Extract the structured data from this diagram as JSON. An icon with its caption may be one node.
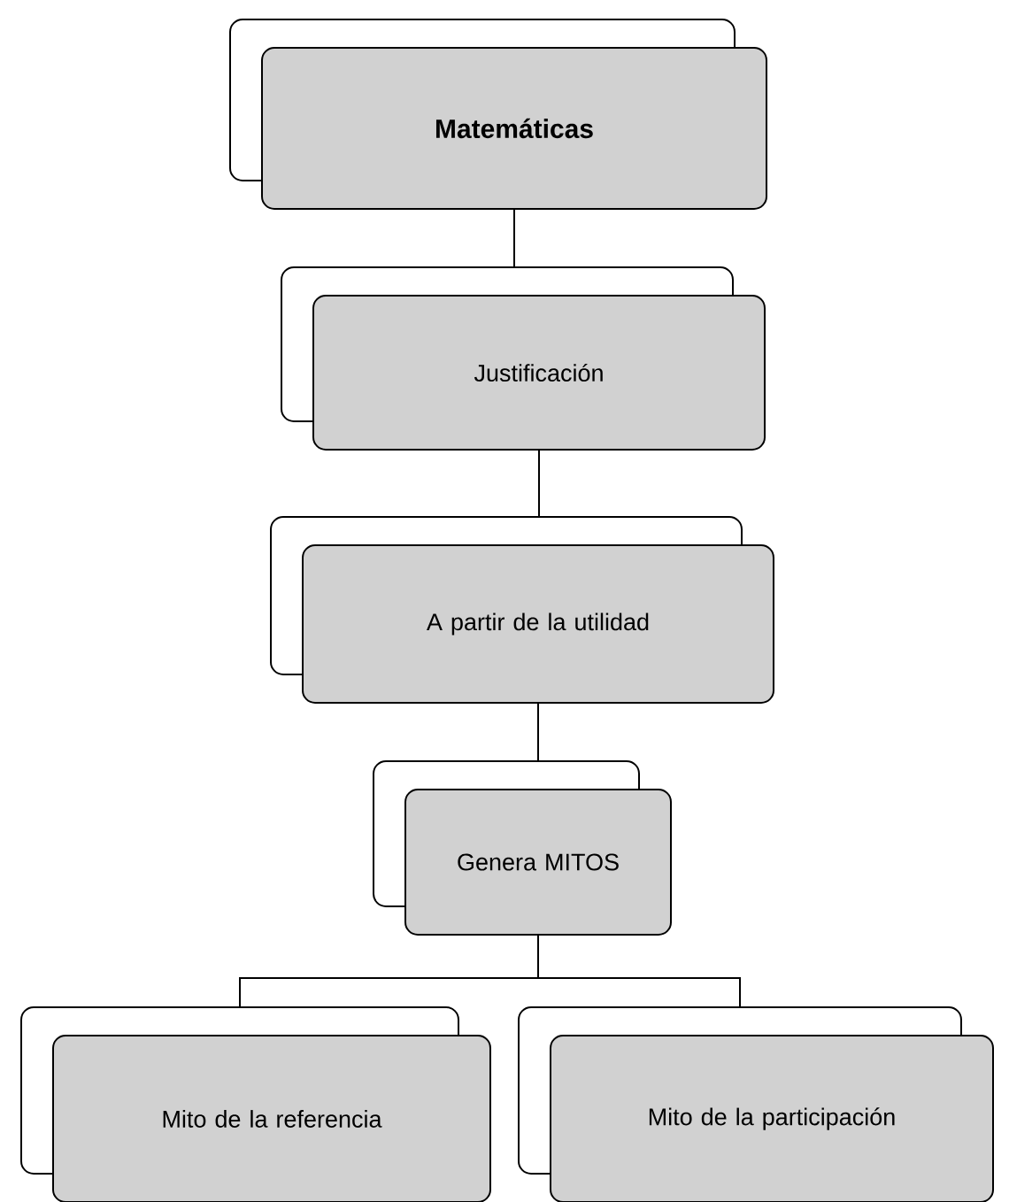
{
  "diagram": {
    "nodes": [
      {
        "text": [
          "Matemáticas"
        ]
      },
      {
        "text": [
          "Justificación"
        ]
      },
      {
        "text": [
          "A partir de la utilidad"
        ]
      },
      {
        "text": [
          "Genera MITOS"
        ]
      },
      {
        "text": [
          "Mito de la referencia"
        ]
      },
      {
        "text": [
          "Mito de la participación"
        ]
      }
    ],
    "edges": [
      {
        "from": 0,
        "to": 1,
        "arrow": "none"
      },
      {
        "from": 1,
        "to": 2,
        "arrow": "none"
      },
      {
        "from": 2,
        "to": 3,
        "arrow": "none"
      },
      {
        "from": 3,
        "to": 4,
        "arrow": "none"
      },
      {
        "from": 3,
        "to": 5,
        "arrow": "none"
      }
    ]
  }
}
